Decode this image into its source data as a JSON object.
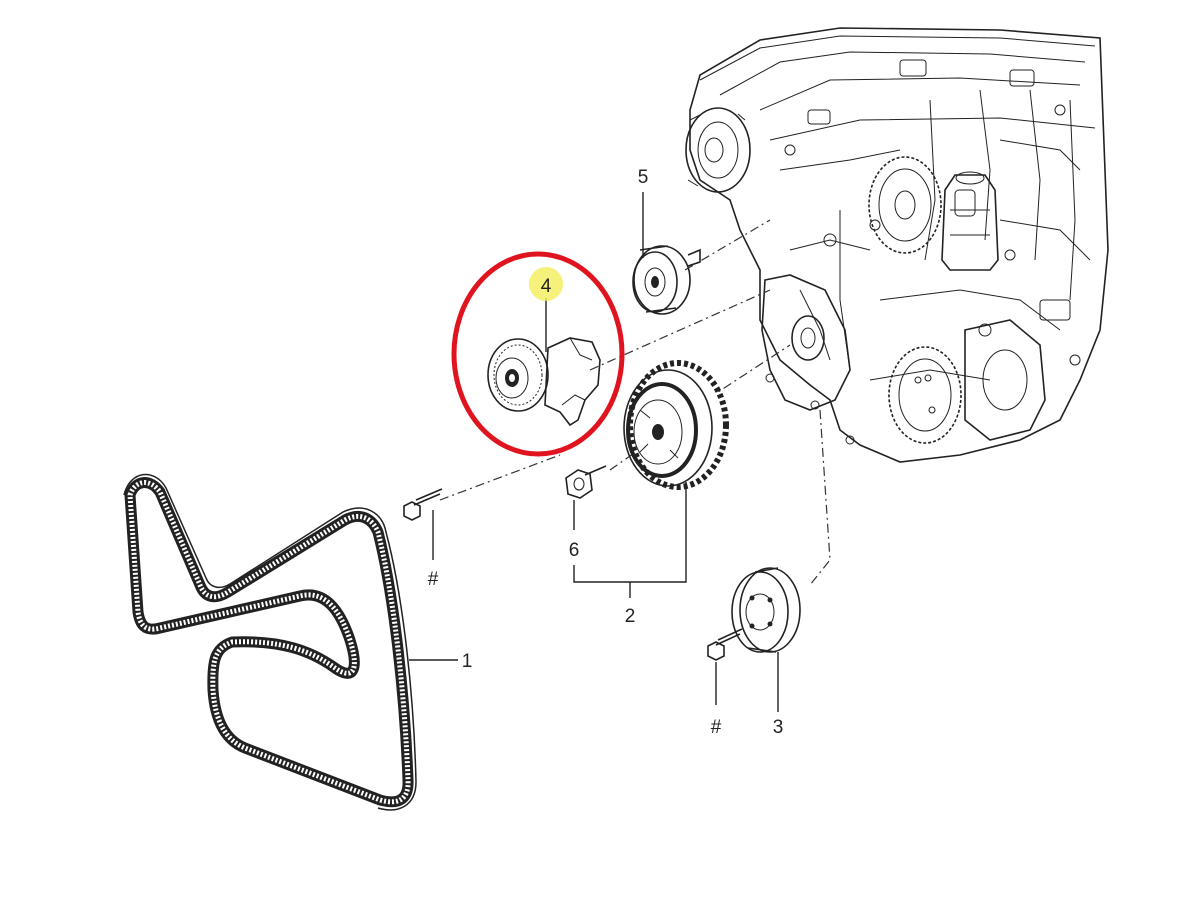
{
  "diagram": {
    "callouts": {
      "belt": "1",
      "crank_pulley_assembly": "2",
      "pulley": "3",
      "tensioner": "4",
      "idler_pulley": "5",
      "bolt": "6",
      "hash_left": "#",
      "hash_right": "#"
    },
    "colors": {
      "highlight_circle": "#e0141e",
      "highlight_marker": "#f2ee5a",
      "line_art": "#222222"
    }
  }
}
